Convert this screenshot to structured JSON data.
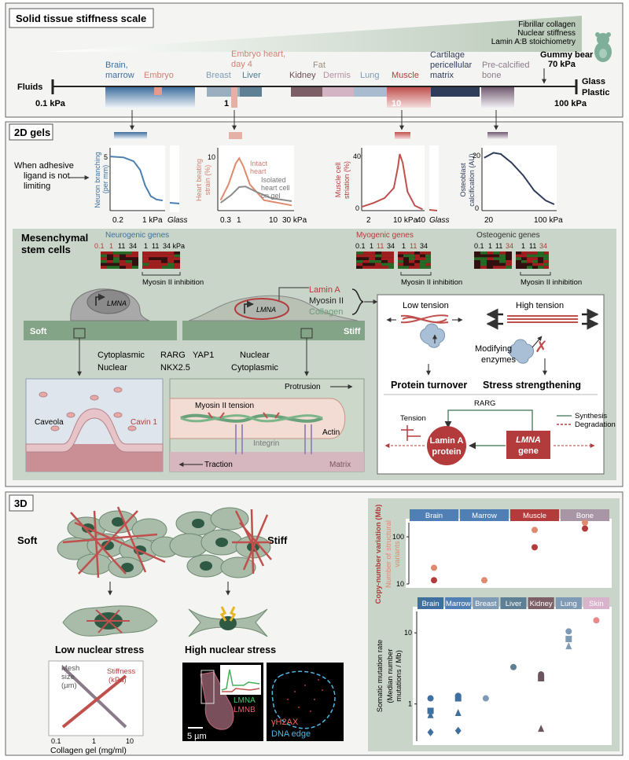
{
  "colors": {
    "panel_bg": "#f1f3ef",
    "sage": "#c7d3c6",
    "sage_dark": "#9fb2a0",
    "muscle_red": "#c0504d",
    "dark_red": "#b33b3b",
    "brain_blue": "#5b83ad",
    "bone_lilac": "#a895a6",
    "embryo_pink": "#e09a8e",
    "navy": "#2f3c5a"
  },
  "scale": {
    "title": "Solid tissue stiffness scale",
    "wedge_lines": [
      "Fibrillar collagen",
      "Nuclear stiffness",
      "Lamin A:B stoichiometry"
    ],
    "gummy_label": [
      "Gummy bear",
      "70 kPa"
    ],
    "fluids": "Fluids",
    "glass": "Glass",
    "plastic": "Plastic",
    "ticks": [
      "0.1 kPa",
      "1",
      "10",
      "100 kPa"
    ],
    "tissues": {
      "brain": [
        "Brain,",
        "marrow"
      ],
      "embryo": "Embryo",
      "embryo_heart": [
        "Embryo heart,",
        "day 4"
      ],
      "breast": "Breast",
      "liver": "Liver",
      "fat": "Fat",
      "kidney": "Kidney",
      "dermis": "Dermis",
      "lung": "Lung",
      "muscle": "Muscle",
      "cartilage": [
        "Cartilage",
        "pericellular",
        "matrix"
      ],
      "bone": [
        "Pre-calcified",
        "bone"
      ]
    }
  },
  "gels": {
    "title": "2D gels",
    "adhesive_note": [
      "When adhesive",
      "ligand is not",
      "limiting"
    ],
    "glass_label": "Glass",
    "neuron": {
      "ylabel": [
        "Neuron branching",
        "(per mm)"
      ],
      "y_ticks": [
        "5"
      ],
      "x_ticks": [
        "0.2",
        "1 kPa"
      ]
    },
    "heart": {
      "ylabel": [
        "Heart beating",
        "strain (%)"
      ],
      "y_ticks": [
        "10"
      ],
      "x_ticks": [
        "0.3",
        "1",
        "10",
        "30 kPa"
      ],
      "intact": [
        "Intact",
        "heart"
      ],
      "isolated": [
        "Isolated",
        "heart cell",
        "on gel"
      ]
    },
    "muscle": {
      "ylabel": [
        "Muscle cell",
        "striation (%)"
      ],
      "y_ticks": [
        "40",
        "0"
      ],
      "x_ticks": [
        "2",
        "10 kPa",
        "40"
      ]
    },
    "bone": {
      "ylabel": [
        "Osteoblast",
        "calcification (AU)"
      ],
      "y_ticks": [
        "20",
        "0"
      ],
      "x_ticks": [
        "20",
        "100 kPa"
      ]
    }
  },
  "msc": {
    "title": [
      "Mesenchymal",
      "stem cells"
    ],
    "neuro_title": "Neurogenic genes",
    "myo_title": "Myogenic genes",
    "osteo_title": "Osteogenic genes",
    "neuro_scale": [
      "0.1",
      "1",
      "11",
      "34",
      "1",
      "11",
      "34 kPa"
    ],
    "myo_scale": [
      "0.1",
      "1",
      "11",
      "34",
      "1",
      "11",
      "34"
    ],
    "osteo_scale": [
      "0.1",
      "1",
      "11",
      "34",
      "1",
      "11",
      "34"
    ],
    "myosin_inhibition": "Myosin II inhibition",
    "soft": "Soft",
    "stiff": "Stiff",
    "lmna": "LMNA",
    "stack": [
      "Lamin A",
      "Myosin II",
      "Collagen"
    ],
    "loc_left": [
      "Cytoplasmic",
      "Nuclear"
    ],
    "loc_mid": [
      "RARG",
      "NKX2.5"
    ],
    "loc_yap": "YAP1",
    "loc_right": [
      "Nuclear",
      "Cytoplasmic"
    ],
    "low_tension": "Low tension",
    "high_tension": "High tension",
    "modifying": [
      "Modifying",
      "enzymes"
    ],
    "protein_turnover": "Protein turnover",
    "stress_strengthening": "Stress strengthening",
    "rarg": "RARG",
    "tension": "Tension",
    "synthesis": "Synthesis",
    "degradation": "Degradation",
    "lamin_a_protein": [
      "Lamin A",
      "protein"
    ],
    "lmna_gene": [
      "LMNA",
      "gene"
    ],
    "caveola": "Caveola",
    "cavin": "Cavin 1",
    "protrusion": "Protrusion",
    "myosin_tension": "Myosin II tension",
    "actin": "Actin",
    "integrin": "Integrin",
    "traction": "Traction",
    "matrix": "Matrix"
  },
  "three_d": {
    "title": "3D",
    "soft": "Soft",
    "stiff": "Stiff",
    "low_stress": "Low nuclear stress",
    "high_stress": "High nuclear stress",
    "mesh": [
      "Mesh",
      "size",
      "(µm)"
    ],
    "stiffness": [
      "Stiffness",
      "(kPa)"
    ],
    "collagen_xlabel": "Collagen gel (mg/ml)",
    "collagen_xticks": [
      "0.1",
      "1",
      "10"
    ],
    "micro_left": [
      "LMNA",
      "LMNB"
    ],
    "scale_bar": "5 µm",
    "micro_right": [
      "γH2AX",
      "DNA edge"
    ]
  },
  "chart_data": [
    {
      "type": "line",
      "title": "",
      "xlabel": "",
      "ylabel": "Neuron branching (per mm)",
      "x_scale": "log",
      "series": [
        {
          "x": [
            0.15,
            0.3,
            0.5,
            0.7,
            0.9,
            1.2,
            1.6,
            2.2
          ],
          "values": [
            5.6,
            5.5,
            5.1,
            4.2,
            2.6,
            1.5,
            1.15,
            1.05
          ]
        }
      ]
    },
    {
      "type": "line",
      "title": "",
      "xlabel": "",
      "ylabel": "Heart beating strain (%)",
      "x_scale": "log",
      "series": [
        {
          "name": "Intact heart",
          "x": [
            0.3,
            0.5,
            0.8,
            1.0,
            1.3,
            2,
            5,
            30
          ],
          "values": [
            2,
            5,
            9,
            10,
            8.5,
            5,
            2,
            1
          ]
        },
        {
          "name": "Isolated heart cell on gel",
          "x": [
            0.3,
            0.6,
            1.0,
            1.5,
            3,
            8,
            30
          ],
          "values": [
            1.5,
            3,
            4.5,
            4.6,
            3.6,
            2.4,
            1.8
          ]
        }
      ]
    },
    {
      "type": "line",
      "title": "",
      "xlabel": "",
      "ylabel": "Muscle cell striation (%)",
      "x_scale": "log",
      "series": [
        {
          "x": [
            1.0,
            2,
            4,
            7,
            9,
            10,
            12,
            16,
            25,
            40
          ],
          "values": [
            3,
            6,
            10,
            18,
            35,
            45,
            38,
            15,
            4,
            1
          ]
        }
      ]
    },
    {
      "type": "line",
      "title": "",
      "xlabel": "",
      "ylabel": "Osteoblast calcification (AU)",
      "x_scale": "log",
      "series": [
        {
          "x": [
            15,
            20,
            25,
            35,
            50,
            70,
            100,
            130
          ],
          "values": [
            21,
            23,
            22.5,
            19,
            14,
            8,
            4,
            2.5
          ]
        }
      ]
    },
    {
      "type": "scatter",
      "title": "",
      "xlabel": "",
      "ylabel": "Copy-number variation (Mb) / Number of structural variants",
      "y_scale": "log",
      "ylim": [
        10,
        200
      ],
      "categories": [
        "Brain",
        "Marrow",
        "Muscle",
        "Bone"
      ],
      "series": [
        {
          "name": "Copy-number variation (Mb)",
          "values": [
            12,
            null,
            60,
            150
          ]
        },
        {
          "name": "Number of structural variants",
          "values": [
            22,
            12,
            140,
            200
          ]
        }
      ]
    },
    {
      "type": "scatter",
      "title": "",
      "xlabel": "",
      "ylabel": "Somatic mutation rate (Median number mutations / Mb)",
      "y_scale": "log",
      "ylim": [
        0.3,
        20
      ],
      "categories": [
        "Brain",
        "Marrow",
        "Breast",
        "Liver",
        "Kidney",
        "Lung",
        "Skin"
      ],
      "series": [
        {
          "marker": "circle",
          "values": [
            1.2,
            1.3,
            1.2,
            3.3,
            2.6,
            10.5,
            15
          ]
        },
        {
          "marker": "square",
          "values": [
            0.8,
            1.2,
            null,
            null,
            2.3,
            8.2,
            null
          ]
        },
        {
          "marker": "triangle",
          "values": [
            0.7,
            0.75,
            null,
            null,
            0.45,
            6.5,
            null
          ]
        },
        {
          "marker": "diamond",
          "values": [
            0.4,
            0.42,
            null,
            null,
            null,
            null,
            null
          ]
        }
      ]
    }
  ]
}
